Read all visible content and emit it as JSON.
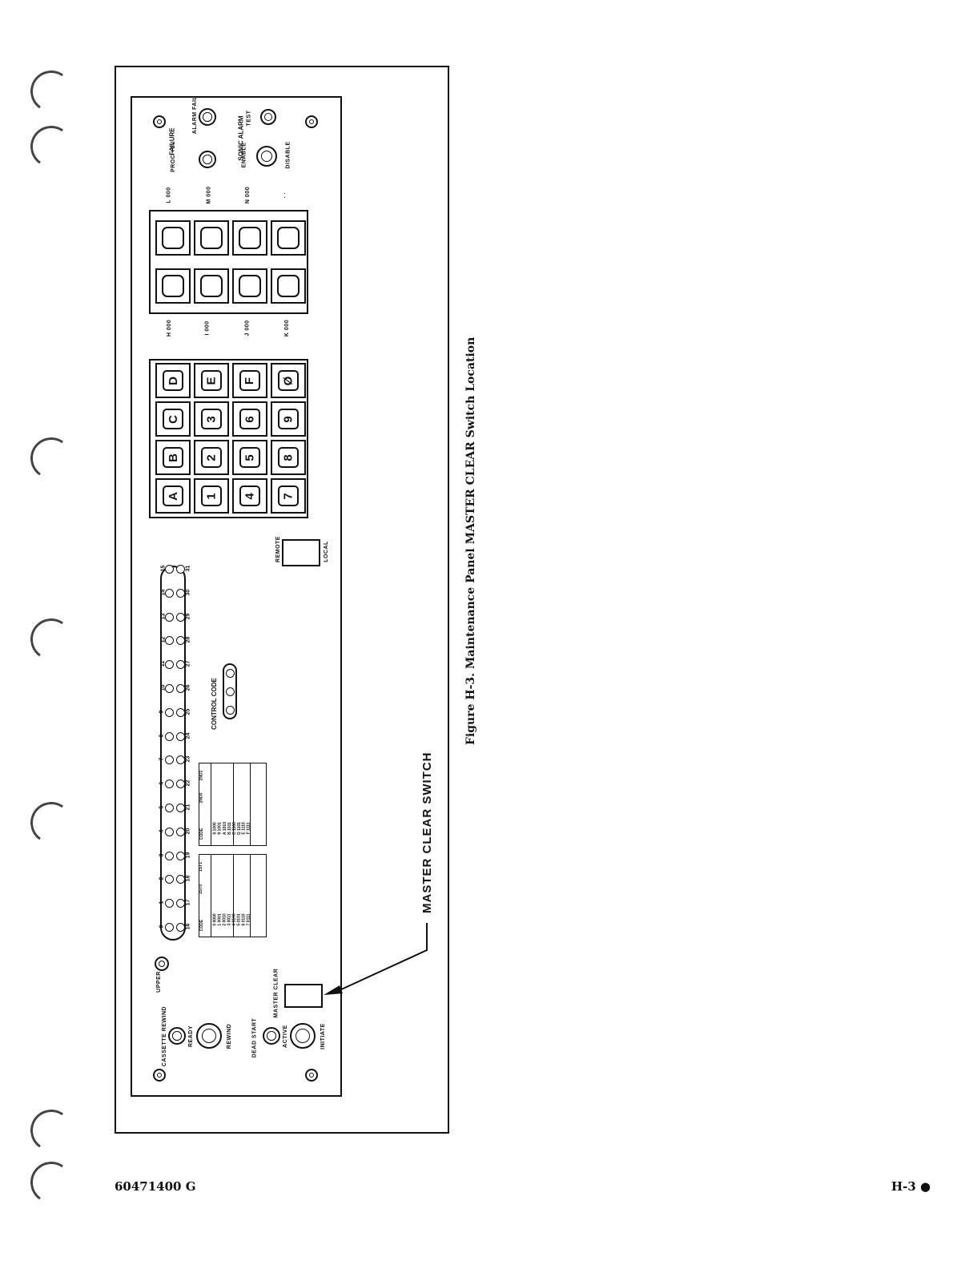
{
  "panel": {
    "failure_group": "FAILURE",
    "alarm_fail": "ALARM FAIL",
    "proc_5v": "PROC +5V",
    "sonic_alarm": "SONIC ALARM",
    "test": "TEST",
    "enable": "ENABLE",
    "disable": "DISABLE",
    "display_labels_top": [
      "L 000",
      "M 000",
      "N 000",
      ". ."
    ],
    "display_labels_bottom": [
      "H 000",
      "I 000",
      "J 000",
      "K 000"
    ],
    "keypad_rows": [
      [
        "D",
        "C",
        "B",
        "A"
      ],
      [
        "E",
        "3",
        "2",
        "1"
      ],
      [
        "F",
        "6",
        "5",
        "4"
      ],
      [
        "Ø",
        "9",
        "8",
        "7"
      ]
    ],
    "remote": "REMOTE",
    "local": "LOCAL",
    "bits_top": [
      "0",
      "1",
      "2",
      "3",
      "4",
      "5",
      "6",
      "7",
      "8",
      "9",
      "10",
      "11",
      "12",
      "13",
      "14",
      "15"
    ],
    "bits_bottom": [
      "16",
      "17",
      "18",
      "19",
      "20",
      "21",
      "22",
      "23",
      "24",
      "25",
      "26",
      "27",
      "28",
      "29",
      "30",
      "31"
    ],
    "control_code": "CONTROL CODE",
    "upper": "UPPER",
    "cassette_rewind": "CASSETTE REWIND",
    "ready": "READY",
    "rewind": "REWIND",
    "dead_start": "DEAD START",
    "active": "ACTIVE",
    "initiate": "INITIATE",
    "master_clear": "MASTER CLEAR",
    "table1_headers": [
      "CODE",
      "1ST0",
      "1ST1"
    ],
    "table1_codes": [
      "0 0000",
      "1 0001",
      "2 0010",
      "3 0011",
      "4 0100",
      "5 0101",
      "6 0110",
      "7 0111"
    ],
    "table2_headers": [
      "CODE",
      "2ND0",
      "2ND1"
    ],
    "table2_codes": [
      "8 1000",
      "9 1001",
      "A 1010",
      "B 1011",
      "C 1100",
      "D 1101",
      "E 1110",
      "F 1111"
    ]
  },
  "callout": "MASTER CLEAR SWITCH",
  "caption": "Figure H-3.  Maintenance Panel MASTER CLEAR Switch Location",
  "footer": {
    "doc_number": "60471400 G",
    "page": "H-3 ●"
  },
  "colors": {
    "ink": "#111111",
    "paper": "#ffffff"
  }
}
